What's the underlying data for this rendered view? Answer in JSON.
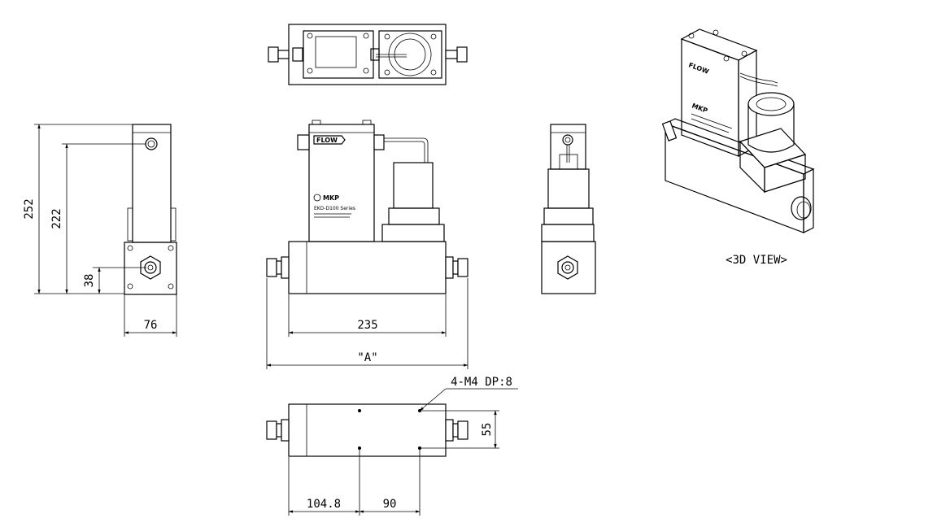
{
  "labels": {
    "view3d": "<3D VIEW>",
    "hole_note": "4-M4 DP:8"
  },
  "dimensions": {
    "d252": "252",
    "d222": "222",
    "d38": "38",
    "d76": "76",
    "d235": "235",
    "dA": "\"A\"",
    "d55": "55",
    "d104": "104.8",
    "d90": "90"
  },
  "product": {
    "brand_tag": "FLOW",
    "maker": "MKP",
    "series": "EKO-D100 Series"
  }
}
